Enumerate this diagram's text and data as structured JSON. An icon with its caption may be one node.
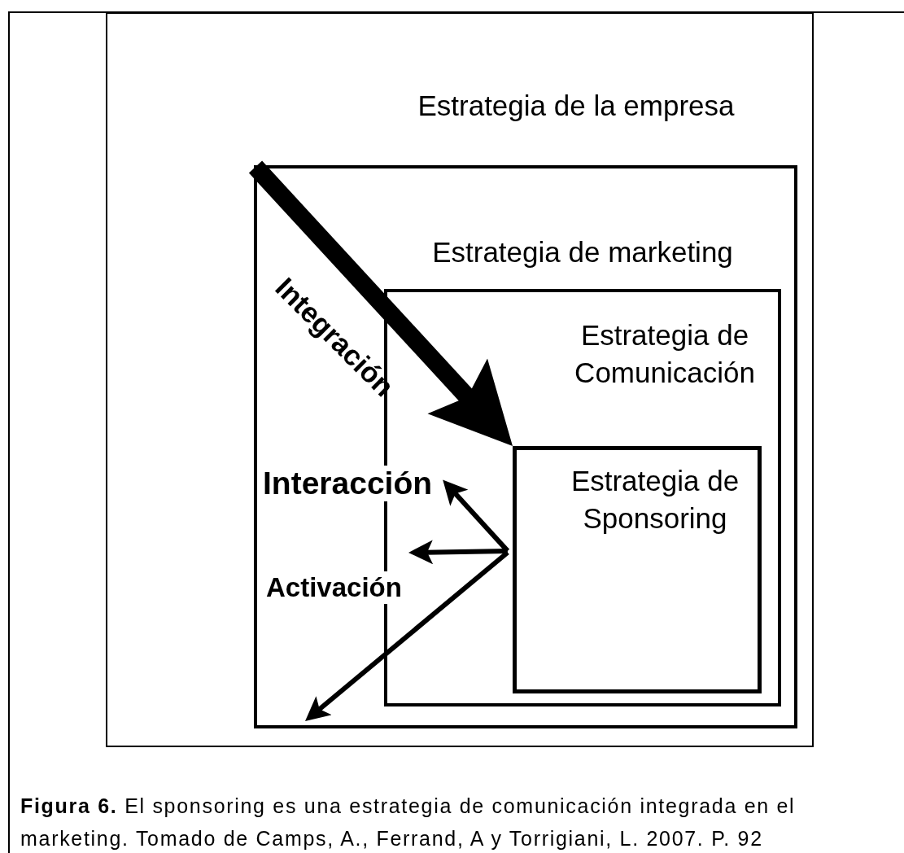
{
  "diagram": {
    "caption": "**Figura 6.** El sponsoring es una estrategia de comunicación integrada en el marketing. Tomado de Camps, A., Ferrand, A y Torrigiani, L. 2007. P. 92",
    "nodes": [
      {
        "text": [
          "Estrategia de la empresa"
        ]
      },
      {
        "text": [
          "Estrategia de marketing"
        ],
        "in": 0
      },
      {
        "text": [
          "Estrategia de Comunicación"
        ],
        "in": 1
      },
      {
        "text": [
          "Estrategia de Sponsoring"
        ],
        "in": 2
      },
      {
        "text": [
          "Interacción"
        ],
        "in": 1
      }
    ],
    "edges": [
      {
        "from": 1,
        "to": 3,
        "arrow": "to",
        "label": "Integración",
        "style": "thick"
      },
      {
        "from": 3,
        "to": 4,
        "arrow": "to"
      },
      {
        "from": 3,
        "to": null,
        "arrow": "to"
      },
      {
        "from": 3,
        "to": null,
        "arrow": "to"
      }
    ],
    "labels": [
      "Activación"
    ]
  }
}
